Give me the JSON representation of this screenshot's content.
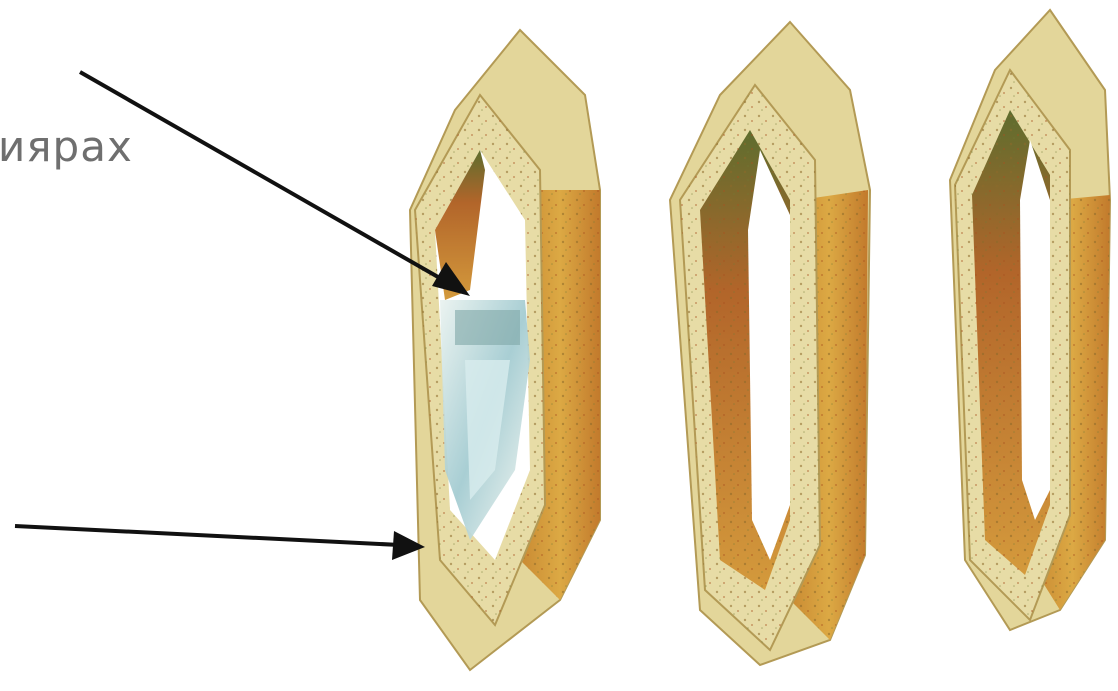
{
  "diagram": {
    "label_top": "иярах",
    "items": [
      {
        "name": "pit-vessel-element",
        "content": "sealing-membrane"
      },
      {
        "name": "pit-vessel-element",
        "content": "hollow"
      },
      {
        "name": "pit-vessel-element",
        "content": "hollow"
      }
    ],
    "colors": {
      "wall_outer": "#e4d9a0",
      "wall_face": "#d2a23e",
      "wall_shadow": "#b8702a",
      "inner_dark": "#5d6a2c",
      "membrane": "#bcd6d8",
      "arrow": "#111111"
    }
  }
}
